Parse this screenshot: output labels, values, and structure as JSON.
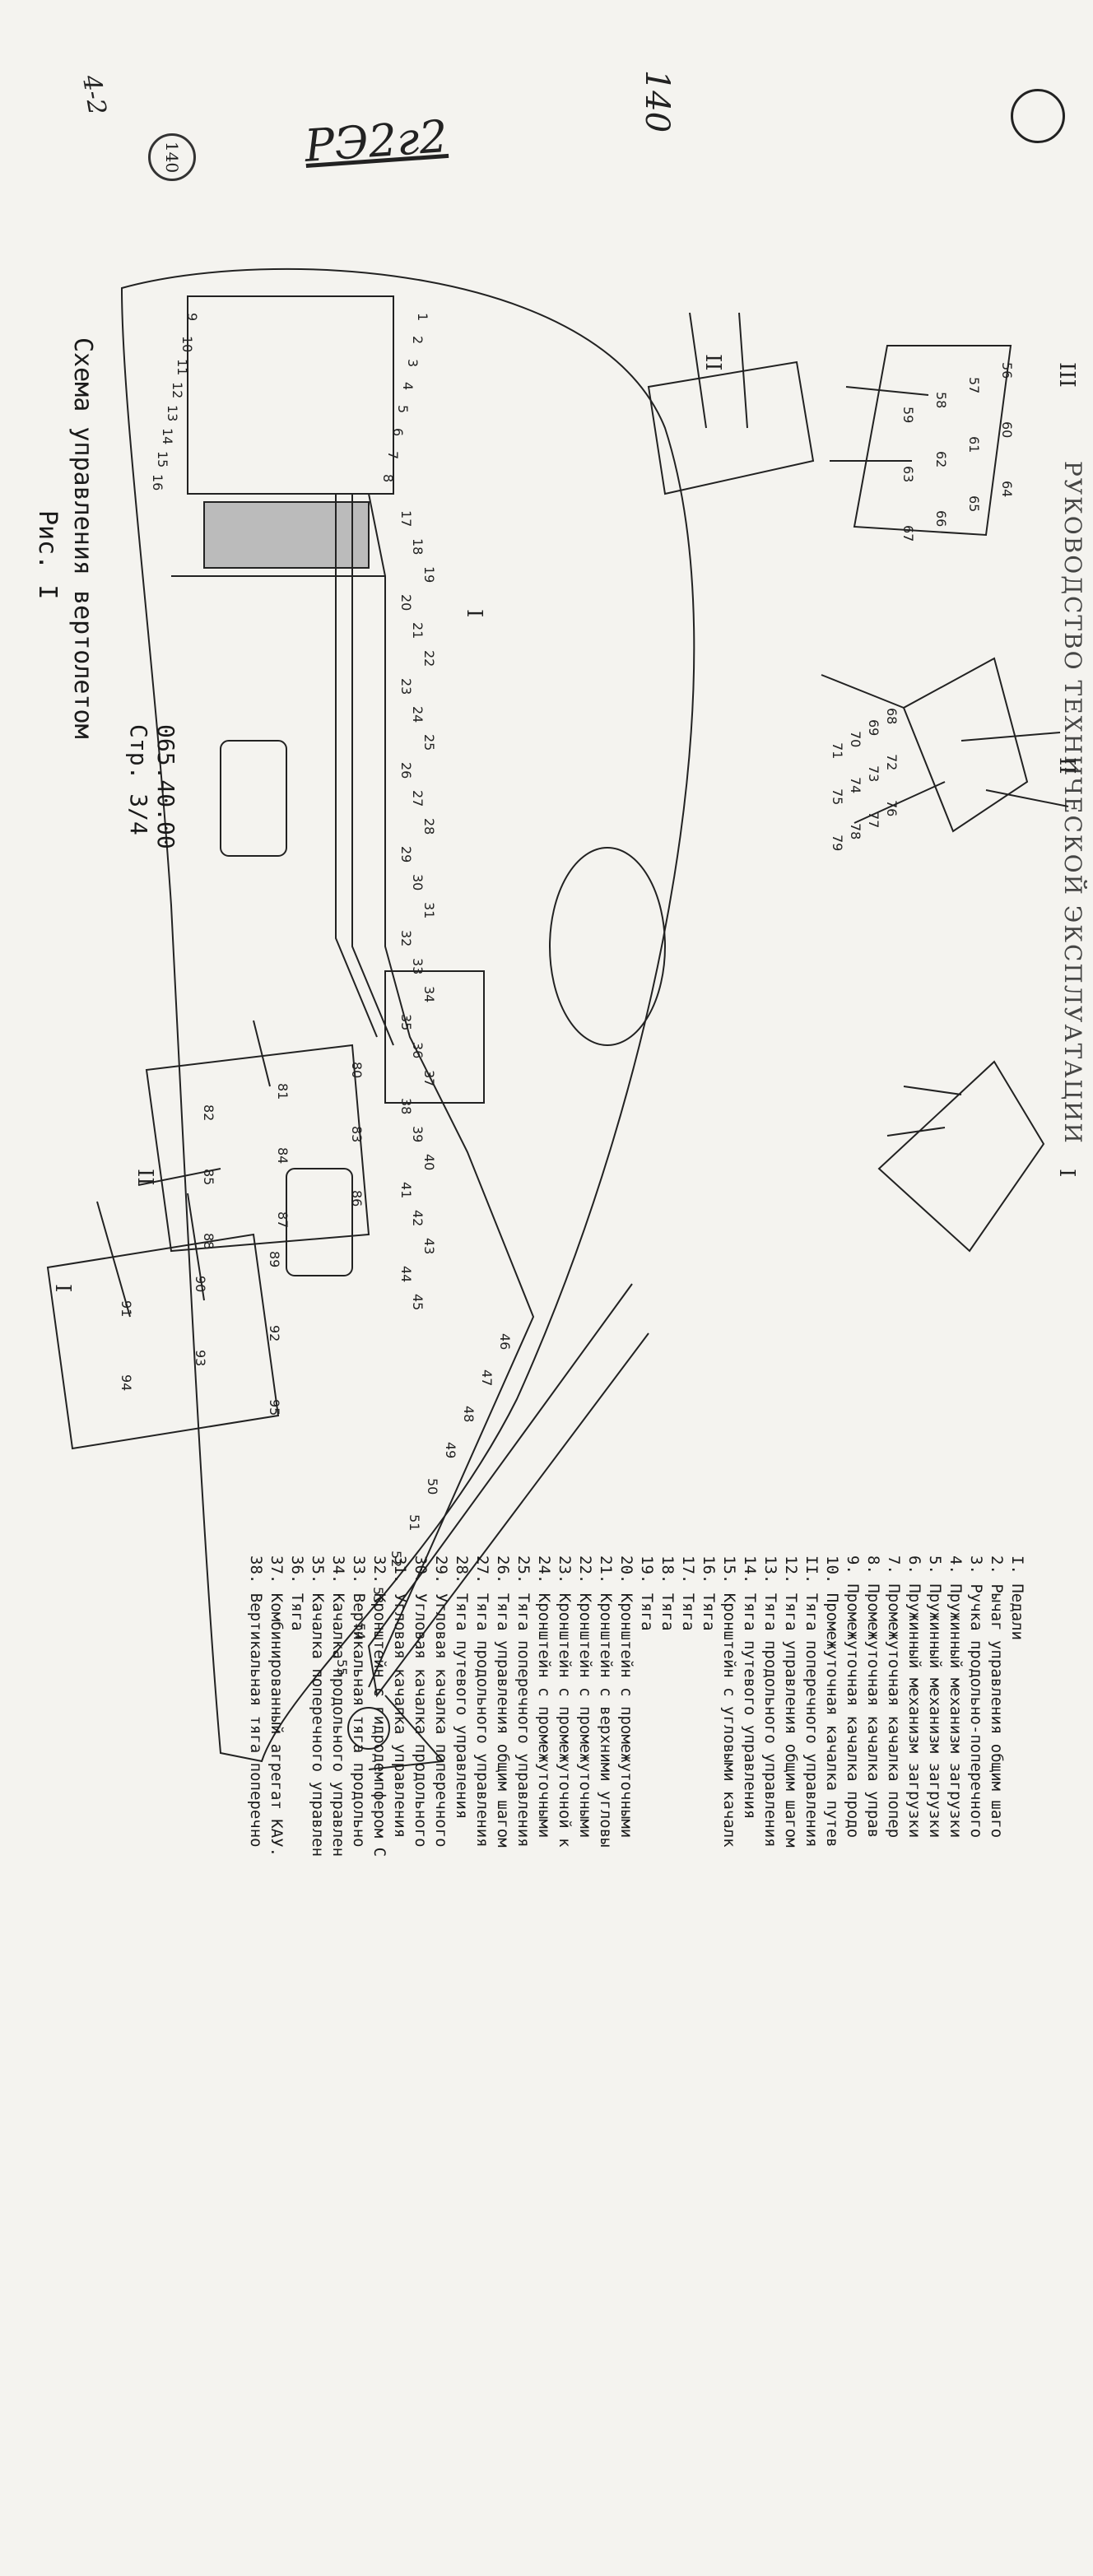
{
  "header_partial": "РУКОВОДСТВО ТЕХНИЧЕСКОЙ ЭКСПЛУАТАЦИИ",
  "handwritten": {
    "code": "РЭ2г2",
    "page_number": "140",
    "corner_mark": "4-2",
    "stamp_number": "140"
  },
  "caption": {
    "title": "Схема управления вертолетом",
    "figure": "Рис. I"
  },
  "doc": {
    "number": "065.40.00",
    "page": "Стр. 3/4"
  },
  "view_labels": [
    "I",
    "II",
    "III",
    "I",
    "II",
    "I",
    "II"
  ],
  "callouts": [
    "1",
    "2",
    "3",
    "4",
    "5",
    "6",
    "7",
    "8",
    "9",
    "10",
    "11",
    "12",
    "13",
    "14",
    "15",
    "16",
    "17",
    "18",
    "19",
    "20",
    "21",
    "22",
    "23",
    "24",
    "25",
    "26",
    "27",
    "28",
    "29",
    "30",
    "31",
    "32",
    "33",
    "34",
    "35",
    "36",
    "37",
    "38",
    "39",
    "40",
    "41",
    "42",
    "43",
    "44",
    "45",
    "46",
    "47",
    "48",
    "49",
    "50",
    "51",
    "52",
    "53",
    "54",
    "55",
    "56",
    "57",
    "58",
    "59",
    "60",
    "61",
    "62",
    "63",
    "64",
    "65",
    "66",
    "67",
    "68",
    "69",
    "70",
    "71",
    "72",
    "73",
    "74",
    "75",
    "76",
    "77",
    "78",
    "79",
    "80",
    "81",
    "82",
    "83",
    "84",
    "85",
    "86",
    "87",
    "88",
    "89",
    "90",
    "91",
    "92",
    "93",
    "94",
    "95"
  ],
  "legend": [
    "I. Педали",
    "2. Рычаг управления общим шаго",
    "3. Ручка продольно-поперечного",
    "4. Пружинный механизм загрузки",
    "5. Пружинный механизм загрузки",
    "6. Пружинный механизм загрузки",
    "7. Промежуточная качалка попер",
    "8. Промежуточная качалка управ",
    "9. Промежуточная качалка продо",
    "10. Промежуточная качалка путев",
    "II. Тяга поперечного управления",
    "12. Тяга управления общим шагом",
    "13. Тяга продольного управления",
    "14. Тяга путевого управления",
    "15. Кронштейн с угловыми качалк",
    "16. Тяга",
    "17. Тяга",
    "18. Тяга",
    "19. Тяга",
    "20. Кронштейн с промежуточными",
    "21. Кронштейн с верхними угловы",
    "22. Кронштейн с промежуточными",
    "23. Кронштейн с промежуточной к",
    "24. Кронштейн с промежуточными",
    "25. Тяга поперечного управления",
    "26. Тяга управления общим шагом",
    "27. Тяга продольного управления",
    "28. Тяга путевого управления",
    "29. Угловая качалка поперечного",
    "30. Угловая качалка продольного",
    "31. Угловая качалка управления",
    "32. Кронштейн с гидродемпфером С",
    "33. Вертикальная тяга продольно",
    "34. Качалка продольного управлен",
    "35. Качалка поперечного управлен",
    "36. Тяга",
    "37. Комбинированный агрегат КАУ.",
    "38. Вертикальная тяга поперечно"
  ]
}
